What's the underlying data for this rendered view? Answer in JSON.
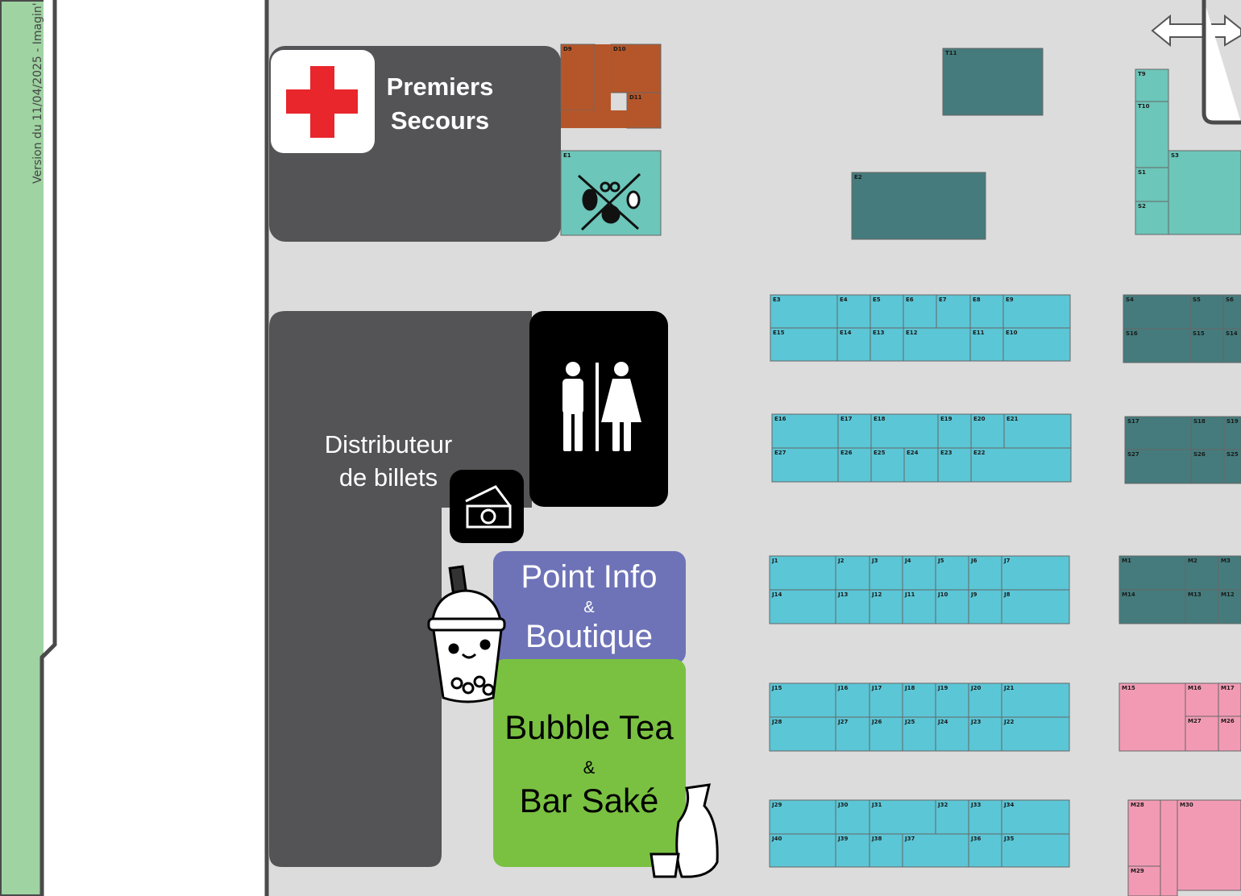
{
  "version_note": "Version du 11/04/2025 - Imagin'",
  "first_aid": {
    "line1": "Premiers",
    "line2": "Secours"
  },
  "atm": {
    "line1": "Distributeur",
    "line2": "de billets"
  },
  "info": {
    "line1": "Point Info",
    "amp": "&",
    "line2": "Boutique"
  },
  "bar": {
    "line1": "Bubble Tea",
    "amp": "&",
    "line2": "Bar Saké"
  },
  "icons": {
    "first_aid": "red-cross-icon",
    "toilets": "restroom-icon",
    "atm": "cash-icon",
    "bubble_tea": "bubble-tea-cup-icon",
    "sake": "sake-bottle-icon",
    "harry_potter": "crossed-brooms-icon",
    "exit": "double-arrow-icon"
  },
  "colors": {
    "background": "#dcdcdc",
    "service_block": "#545456",
    "toilet_block": "#000000",
    "info_block": "#6e73b8",
    "bar_block": "#7ac142",
    "first_aid_cross": "#e8262c",
    "stall_cyan": "#5bc6d6",
    "stall_teal": "#457b7c",
    "stall_mint": "#6cc6b9",
    "stall_brown": "#b5562a",
    "stall_pink": "#f29ab4",
    "side_green": "#9fd3a2"
  },
  "stalls": {
    "D": [
      "D9",
      "D10",
      "D11"
    ],
    "E_top": [
      "E1",
      "E2"
    ],
    "T": [
      "T9",
      "T10",
      "T11"
    ],
    "S_top": [
      "S1",
      "S2",
      "S3"
    ],
    "E_block1_top": [
      "E3",
      "E4",
      "E5",
      "E6",
      "E7",
      "E8",
      "E9"
    ],
    "E_block1_bottom": [
      "E15",
      "E14",
      "E13",
      "E12",
      "E11",
      "E10"
    ],
    "E_block2_top": [
      "E16",
      "E17",
      "E18",
      "E19",
      "E20",
      "E21"
    ],
    "E_block2_bottom": [
      "E27",
      "E26",
      "E25",
      "E24",
      "E23",
      "E22"
    ],
    "J_block1_top": [
      "J1",
      "J2",
      "J3",
      "J4",
      "J5",
      "J6",
      "J7"
    ],
    "J_block1_bottom": [
      "J14",
      "J13",
      "J12",
      "J11",
      "J10",
      "J9",
      "J8"
    ],
    "J_block2_top": [
      "J15",
      "J16",
      "J17",
      "J18",
      "J19",
      "J20",
      "J21"
    ],
    "J_block2_bottom": [
      "J28",
      "J27",
      "J26",
      "J25",
      "J24",
      "J23",
      "J22"
    ],
    "J_block3_top": [
      "J29",
      "J30",
      "J31",
      "J32",
      "J33",
      "J34"
    ],
    "J_block3_bottom": [
      "J40",
      "J39",
      "J38",
      "J37",
      "J36",
      "J35"
    ],
    "S_block1_top": [
      "S4",
      "S5",
      "S6"
    ],
    "S_block1_bottom": [
      "S16",
      "S15",
      "S14"
    ],
    "S_block2_top": [
      "S17",
      "S18",
      "S19"
    ],
    "S_block2_bottom": [
      "S27",
      "S26",
      "S25"
    ],
    "M_block1_top": [
      "M1",
      "M2",
      "M3"
    ],
    "M_block1_bottom": [
      "M14",
      "M13",
      "M12"
    ],
    "M_block2_top": [
      "M15",
      "M16",
      "M17"
    ],
    "M_block2_bottom": [
      "M27",
      "M26"
    ],
    "M_block3": [
      "M28",
      "M29",
      "M30"
    ]
  }
}
